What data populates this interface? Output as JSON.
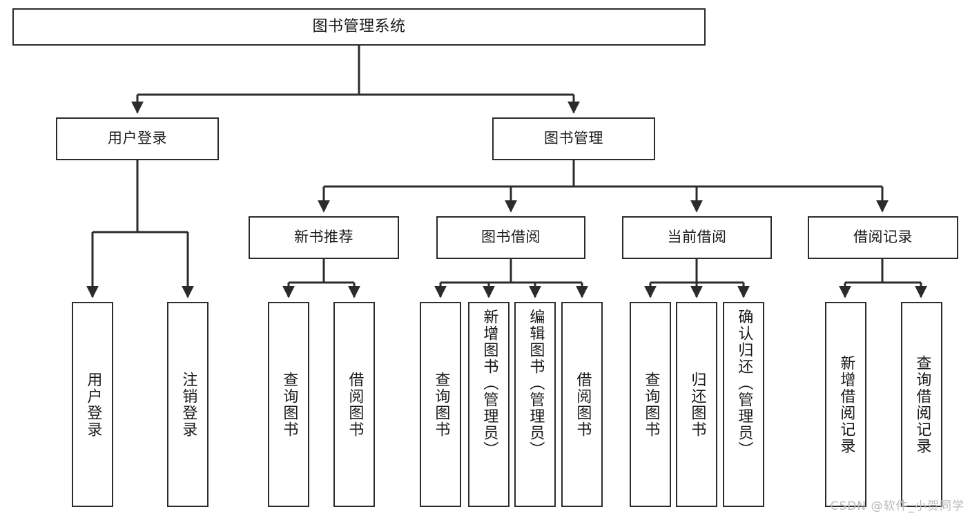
{
  "diagram": {
    "title": "图书管理系统",
    "type": "hierarchy-tree",
    "watermark": "CSDN @软件_小贺同学",
    "root": {
      "id": "root",
      "label": "图书管理系统"
    },
    "level1": [
      {
        "id": "user-login",
        "label": "用户登录"
      },
      {
        "id": "book-manage",
        "label": "图书管理"
      }
    ],
    "level2": [
      {
        "id": "new-book-recommend",
        "label": "新书推荐",
        "parent": "book-manage"
      },
      {
        "id": "book-borrow",
        "label": "图书借阅",
        "parent": "book-manage"
      },
      {
        "id": "current-borrow",
        "label": "当前借阅",
        "parent": "book-manage"
      },
      {
        "id": "borrow-record",
        "label": "借阅记录",
        "parent": "book-manage"
      }
    ],
    "leaves": [
      {
        "id": "leaf-user-login",
        "label": "用户登录",
        "parent": "user-login"
      },
      {
        "id": "leaf-logout-login",
        "label": "注销登录",
        "parent": "user-login"
      },
      {
        "id": "leaf-query-book-1",
        "label": "查询图书",
        "parent": "new-book-recommend"
      },
      {
        "id": "leaf-borrow-book-1",
        "label": "借阅图书",
        "parent": "new-book-recommend"
      },
      {
        "id": "leaf-query-book-2",
        "label": "查询图书",
        "parent": "book-borrow"
      },
      {
        "id": "leaf-add-book",
        "label": "新增图书（管理员）",
        "parent": "book-borrow"
      },
      {
        "id": "leaf-edit-book",
        "label": "编辑图书（管理员）",
        "parent": "book-borrow"
      },
      {
        "id": "leaf-borrow-book-2",
        "label": "借阅图书",
        "parent": "book-borrow"
      },
      {
        "id": "leaf-query-book-3",
        "label": "查询图书",
        "parent": "current-borrow"
      },
      {
        "id": "leaf-return-book",
        "label": "归还图书",
        "parent": "current-borrow"
      },
      {
        "id": "leaf-confirm-return",
        "label": "确认归还（管理员）",
        "parent": "current-borrow"
      },
      {
        "id": "leaf-add-record",
        "label": "新增借阅记录",
        "parent": "borrow-record"
      },
      {
        "id": "leaf-query-record",
        "label": "查询借阅记录",
        "parent": "borrow-record"
      }
    ],
    "colors": {
      "stroke": "#2b2b2b",
      "fill": "#ffffff",
      "text": "#1a1a1a",
      "watermark": "#b9b9b9"
    }
  }
}
